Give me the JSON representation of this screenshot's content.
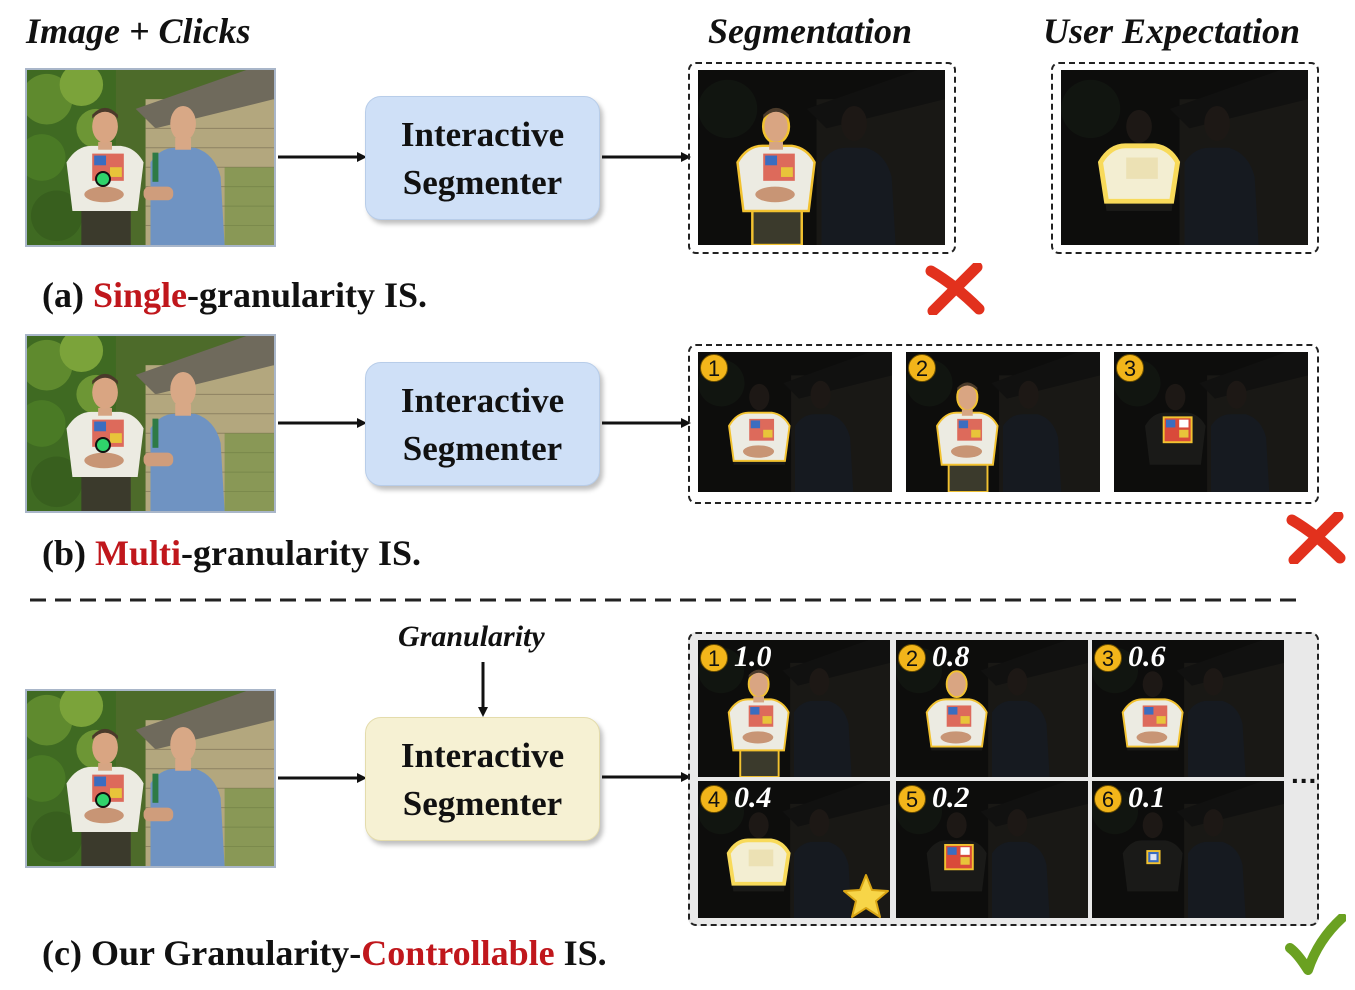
{
  "headers": {
    "image_clicks": "Image + Clicks",
    "segmentation": "Segmentation",
    "user_expectation": "User Expectation"
  },
  "segmenter": {
    "line1": "Interactive",
    "line2": "Segmenter"
  },
  "granularity_label": "Granularity",
  "captions": {
    "a": {
      "prefix": "(a) ",
      "highlight": "Single",
      "suffix": "-granularity IS."
    },
    "b": {
      "prefix": "(b) ",
      "highlight": "Multi",
      "suffix": "-granularity IS."
    },
    "c": {
      "prefix": "(c) Our Granularity-",
      "highlight": "Controllable",
      "suffix": " IS."
    }
  },
  "multi_outputs": [
    "1",
    "2",
    "3"
  ],
  "controllable_outputs": [
    {
      "index": "1",
      "value": "1.0"
    },
    {
      "index": "2",
      "value": "0.8"
    },
    {
      "index": "3",
      "value": "0.6"
    },
    {
      "index": "4",
      "value": "0.4"
    },
    {
      "index": "5",
      "value": "0.2"
    },
    {
      "index": "6",
      "value": "0.1"
    }
  ],
  "ellipsis": "...",
  "colors": {
    "highlight_red": "#c0171c",
    "check_green": "#6aa121",
    "cross_red": "#e2311d",
    "mask_outline": "#f2c230",
    "badge": "#f2b51a",
    "segmenter_blue": "#cfe0f7",
    "segmenter_yellow": "#f6f1d3"
  },
  "icons": {
    "wrong": "cross-mark-icon",
    "right": "check-mark-icon",
    "best": "star-icon",
    "click": "click-point-icon"
  }
}
